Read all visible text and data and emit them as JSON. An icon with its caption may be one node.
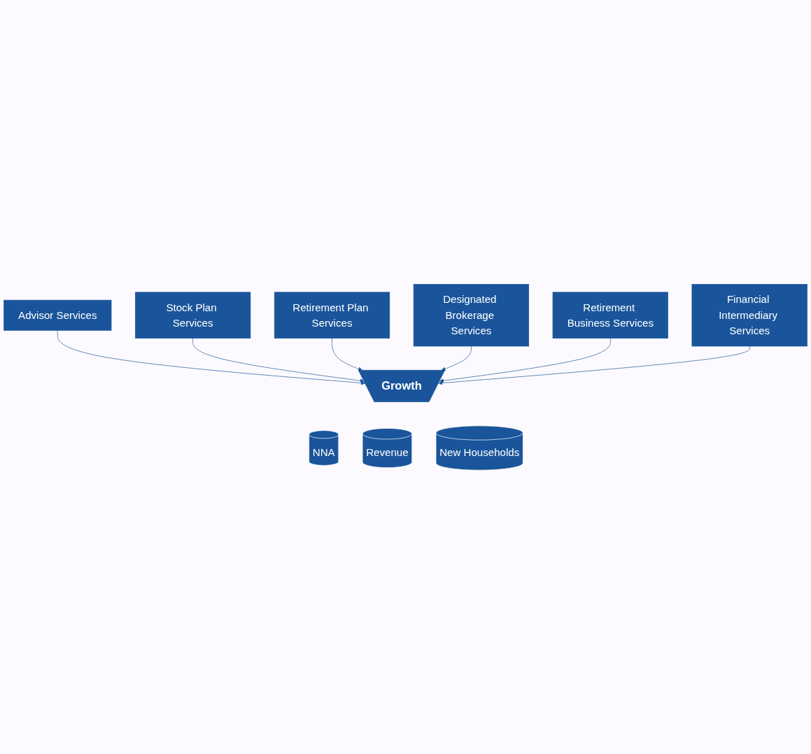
{
  "diagram": {
    "nodes": [
      {
        "text": [
          "Advisor Services"
        ]
      },
      {
        "text": [
          "Stock Plan Services"
        ]
      },
      {
        "text": [
          "Retirement Plan Services"
        ]
      },
      {
        "text": [
          "Designated Brokerage Services"
        ]
      },
      {
        "text": [
          "Retirement Business Services"
        ]
      },
      {
        "text": [
          "Financial Intermediary Services"
        ]
      },
      {
        "text": [
          "Growth"
        ]
      },
      {
        "text": [
          "NNA"
        ]
      },
      {
        "text": [
          "Revenue"
        ]
      },
      {
        "text": [
          "New Households"
        ]
      }
    ],
    "edges": [
      {
        "from": 0,
        "to": 6,
        "arrow": "to"
      },
      {
        "from": 1,
        "to": 6,
        "arrow": "to"
      },
      {
        "from": 2,
        "to": 6,
        "arrow": "to"
      },
      {
        "from": 3,
        "to": 6,
        "arrow": "to"
      },
      {
        "from": 4,
        "to": 6,
        "arrow": "to"
      },
      {
        "from": 5,
        "to": 6,
        "arrow": "to"
      }
    ]
  }
}
